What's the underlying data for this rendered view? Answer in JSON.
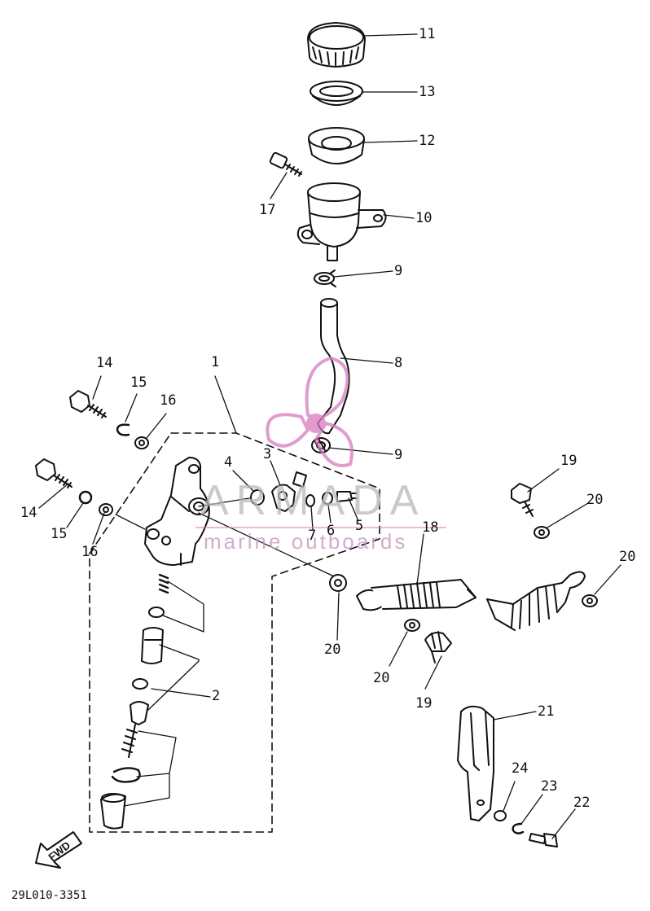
{
  "labels": {
    "l1": "1",
    "l2": "2",
    "l3": "3",
    "l4": "4",
    "l5": "5",
    "l6": "6",
    "l7": "7",
    "l8": "8",
    "l9a": "9",
    "l9b": "9",
    "l10": "10",
    "l11": "11",
    "l12": "12",
    "l13": "13",
    "l14a": "14",
    "l14b": "14",
    "l15a": "15",
    "l15b": "15",
    "l16a": "16",
    "l16b": "16",
    "l17": "17",
    "l18": "18",
    "l19a": "19",
    "l19b": "19",
    "l20a": "20",
    "l20b": "20",
    "l20c": "20",
    "l20d": "20",
    "l21": "21",
    "l22": "22",
    "l23": "23",
    "l24": "24"
  },
  "fwd_label": "FWD",
  "diagram_code": "29L010-3351",
  "watermark": {
    "title": "ARMADA",
    "subtitle": "marine outboards",
    "accent_color": "#d77bbf"
  }
}
